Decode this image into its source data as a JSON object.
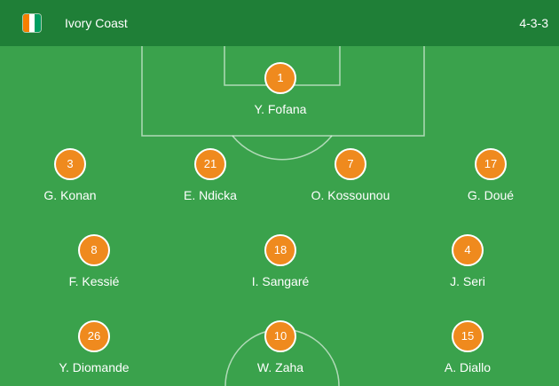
{
  "header": {
    "team_name": "Ivory Coast",
    "formation": "4-3-3",
    "flag_colors": [
      "#f77f00",
      "#ffffff",
      "#009e60"
    ]
  },
  "colors": {
    "pitch": "#3aa24c",
    "header": "#1f7f37",
    "marker": "#ef8a1e"
  },
  "players": [
    {
      "number": "1",
      "name": "Y. Fofana"
    },
    {
      "number": "3",
      "name": "G. Konan"
    },
    {
      "number": "21",
      "name": "E. Ndicka"
    },
    {
      "number": "7",
      "name": "O. Kossounou"
    },
    {
      "number": "17",
      "name": "G. Doué"
    },
    {
      "number": "8",
      "name": "F. Kessié"
    },
    {
      "number": "18",
      "name": "I. Sangaré"
    },
    {
      "number": "4",
      "name": "J. Seri"
    },
    {
      "number": "26",
      "name": "Y. Diomande"
    },
    {
      "number": "10",
      "name": "W. Zaha"
    },
    {
      "number": "15",
      "name": "A. Diallo"
    }
  ]
}
